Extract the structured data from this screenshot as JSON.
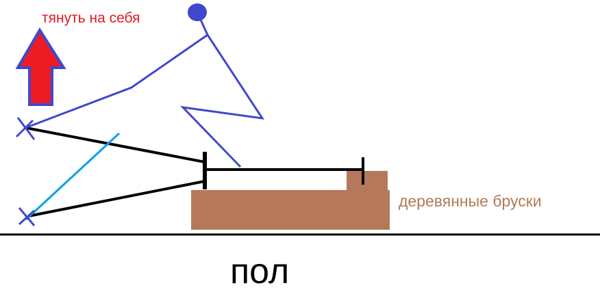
{
  "labels": {
    "pull": "тянуть на себя",
    "wooden_bars": "деревянные бруски",
    "floor": "пол"
  },
  "colors": {
    "pull_text": "#e11b22",
    "bars_text": "#b07b55",
    "floor_text": "#000000",
    "arrow_fill": "#ed1c24",
    "arrow_outline": "#3f48cc",
    "mechanism": "#3f48cc",
    "guide_line": "#00a2e8",
    "wood": "#b5785a",
    "black": "#000000"
  },
  "icons": {
    "arrow": "arrow-up-icon",
    "anchor_marks": "cross-mark-icon",
    "knob": "circle-knob-icon"
  }
}
